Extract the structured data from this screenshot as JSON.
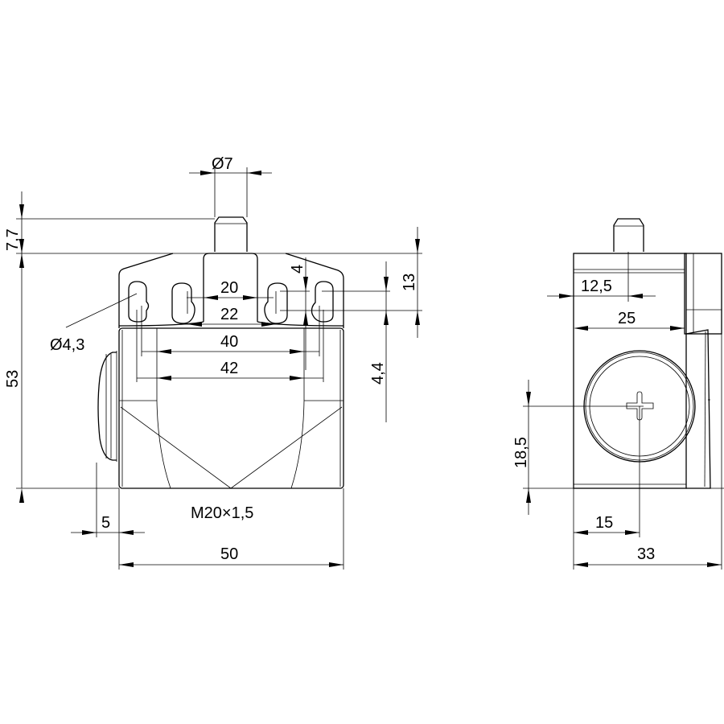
{
  "drawing": {
    "front_view": {
      "dimensions": {
        "plunger_diameter": "Ø7",
        "plunger_height": "7,7",
        "body_height": "53",
        "slot_spacing_inner": "20",
        "slot_spacing_22": "22",
        "slot_spacing_40": "40",
        "slot_spacing_42": "42",
        "slot_offset_4": "4",
        "slot_offset_4_4": "4,4",
        "slot_height_13": "13",
        "hole_diameter": "Ø4,3",
        "button_protrusion": "5",
        "thread": "M20×1,5",
        "body_width": "50"
      }
    },
    "side_view": {
      "dimensions": {
        "plunger_offset": "12,5",
        "cover_width": "25",
        "screw_height": "18,5",
        "screw_offset": "15",
        "body_depth": "33"
      }
    }
  }
}
